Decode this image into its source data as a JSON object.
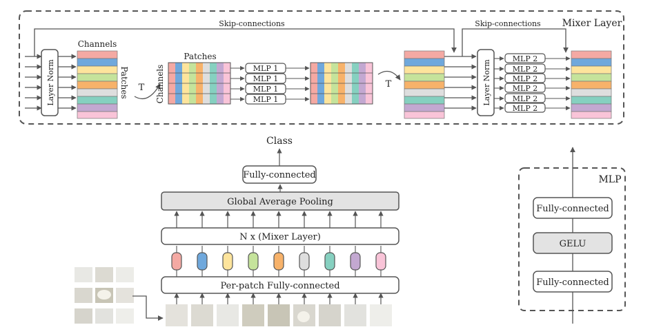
{
  "mixer_layer": {
    "title": "Mixer Layer",
    "skip_label_1": "Skip-connections",
    "skip_label_2": "Skip-connections",
    "layer_norm_1": "Layer Norm",
    "layer_norm_2": "Layer Norm",
    "channels_label": "Channels",
    "patches_label_vertical": "Patches",
    "patches_label": "Patches",
    "channels_label_vertical": "Channels",
    "transpose_1": "T",
    "transpose_2": "T",
    "mlp1_labels": [
      "MLP 1",
      "MLP 1",
      "MLP 1",
      "MLP 1"
    ],
    "mlp2_labels": [
      "MLP 2",
      "MLP 2",
      "MLP 2",
      "MLP 2",
      "MLP 2",
      "MLP 2"
    ]
  },
  "architecture": {
    "output_label": "Class",
    "fully_connected": "Fully-connected",
    "global_pool": "Global Average Pooling",
    "mixer_stack": "N x (Mixer Layer)",
    "per_patch_fc": "Per-patch Fully-connected"
  },
  "mlp_block": {
    "title": "MLP",
    "layers": [
      "Fully-connected",
      "GELU",
      "Fully-connected"
    ]
  },
  "colors": {
    "palette": [
      "#f4a9a3",
      "#6fa8dc",
      "#fde49c",
      "#c5e39b",
      "#f7b26a",
      "#dedede",
      "#86d0c0",
      "#c3a8d1",
      "#f9c4d8"
    ],
    "line": "#555555",
    "box_fill_gray": "#e3e3e3"
  }
}
